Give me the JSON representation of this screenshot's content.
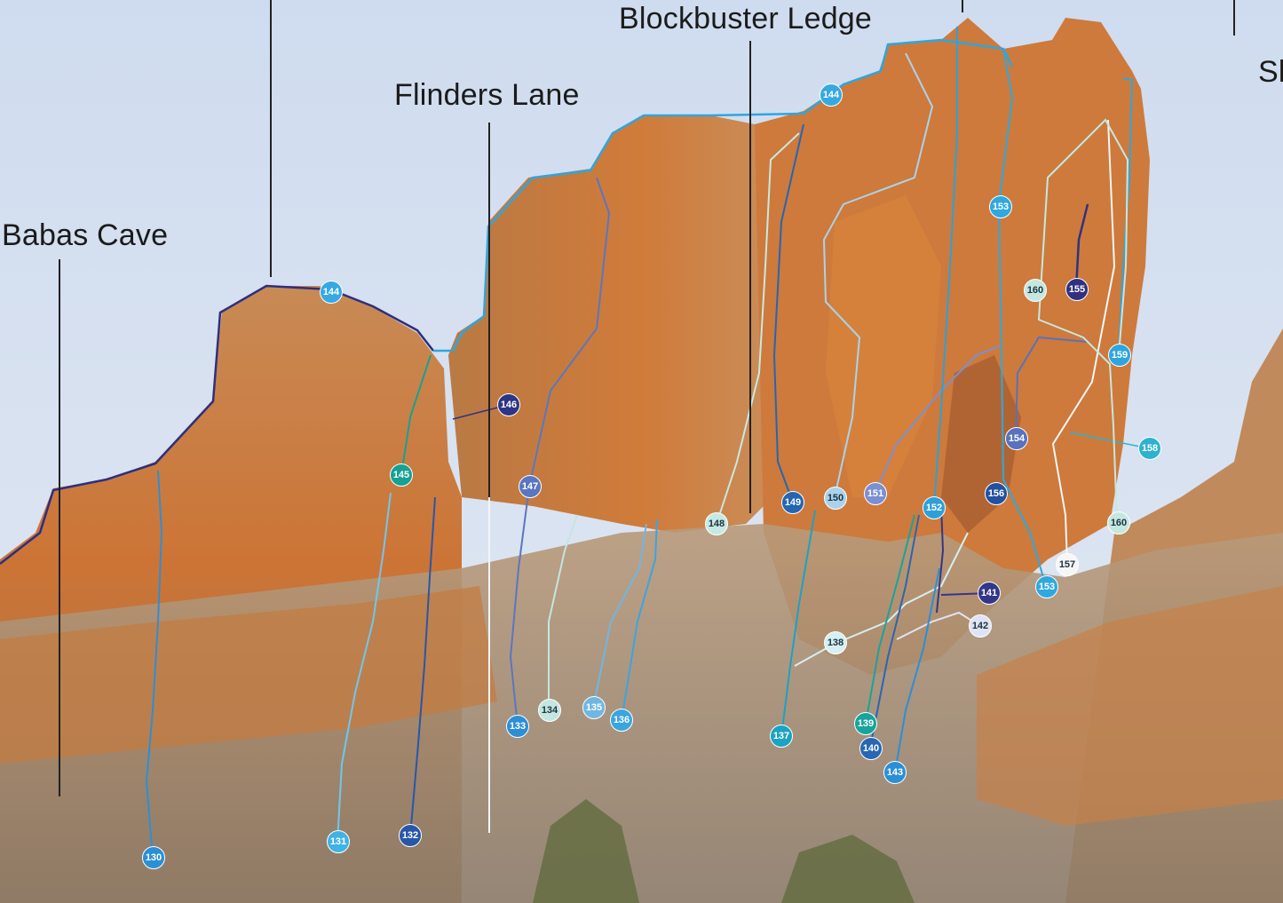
{
  "area_labels": {
    "babas_cave": "Babas Cave",
    "flinders_lane": "Flinders Lane",
    "blockbuster_ledge": "Blockbuster Ledge",
    "cut_off_right": "Sk"
  },
  "palette": {
    "sky": "#d7e2f1",
    "rock_orange": "#c9773a",
    "rock_grey": "#a48a6d",
    "route_sky": "#2ea6dd",
    "route_mid": "#2878c0",
    "route_navy": "#2e2f7e",
    "route_teal": "#1aa3a3",
    "route_pale": "#bfe6e4",
    "route_periwinkle": "#6d83c8"
  },
  "route_markers": [
    {
      "number": "130",
      "color": "#2b8fd6"
    },
    {
      "number": "131",
      "color": "#3fb3e6"
    },
    {
      "number": "132",
      "color": "#2857a8"
    },
    {
      "number": "133",
      "color": "#2b8fd6"
    },
    {
      "number": "134",
      "color": "#c4e6e0"
    },
    {
      "number": "135",
      "color": "#6fb7e2"
    },
    {
      "number": "136",
      "color": "#3aa5e0"
    },
    {
      "number": "137",
      "color": "#1ca2c3"
    },
    {
      "number": "138",
      "color": "#d6eff1"
    },
    {
      "number": "139",
      "color": "#18a49b"
    },
    {
      "number": "140",
      "color": "#2767b3"
    },
    {
      "number": "141",
      "color": "#333789"
    },
    {
      "number": "142",
      "color": "#dfe3f3"
    },
    {
      "number": "143",
      "color": "#2b8fd6"
    },
    {
      "number": "144",
      "color": "#36a9e1"
    },
    {
      "number": "144",
      "color": "#36a9e1"
    },
    {
      "number": "145",
      "color": "#16a193"
    },
    {
      "number": "146",
      "color": "#2e3585"
    },
    {
      "number": "147",
      "color": "#5b76c0"
    },
    {
      "number": "148",
      "color": "#c7e9e3"
    },
    {
      "number": "149",
      "color": "#2466b2"
    },
    {
      "number": "150",
      "color": "#a9d3ec"
    },
    {
      "number": "151",
      "color": "#7b8fd1"
    },
    {
      "number": "152",
      "color": "#2ea0d8"
    },
    {
      "number": "153",
      "color": "#2ea8df"
    },
    {
      "number": "153",
      "color": "#2ea8df"
    },
    {
      "number": "154",
      "color": "#5772be"
    },
    {
      "number": "155",
      "color": "#303280"
    },
    {
      "number": "156",
      "color": "#23519f"
    },
    {
      "number": "157",
      "color": "#f6f6f6"
    },
    {
      "number": "158",
      "color": "#2eb2cf"
    },
    {
      "number": "159",
      "color": "#2ea6dd"
    },
    {
      "number": "160",
      "color": "#c6e7e0"
    },
    {
      "number": "160",
      "color": "#c6e7e0"
    }
  ]
}
